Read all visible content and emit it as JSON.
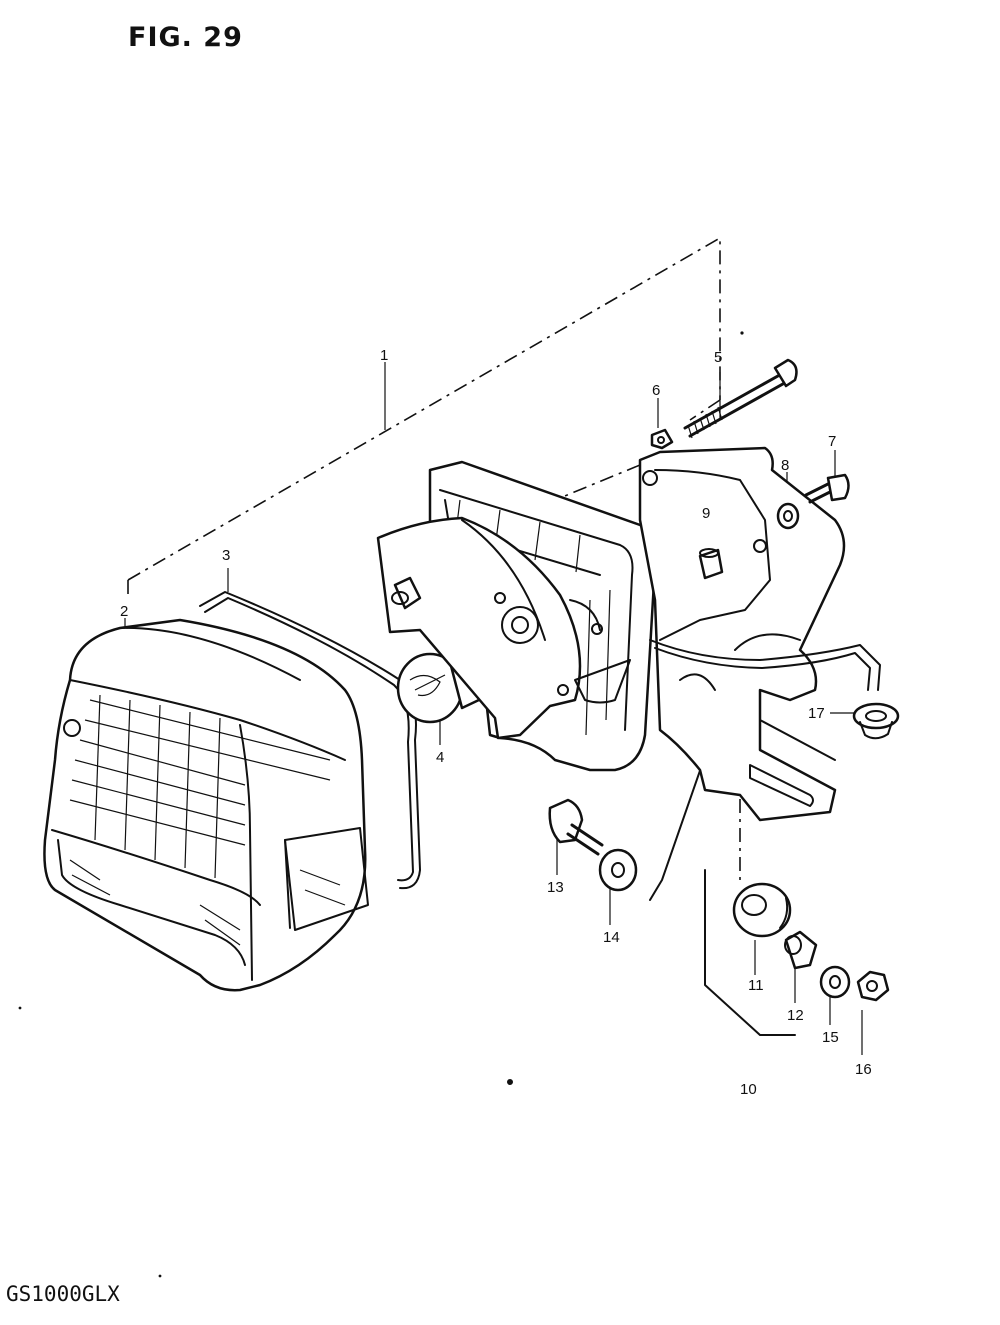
{
  "figure": {
    "title": "FIG. 29",
    "model": "GS1000GLX"
  },
  "callouts": [
    {
      "id": "c1",
      "label": "1"
    },
    {
      "id": "c2",
      "label": "2"
    },
    {
      "id": "c3",
      "label": "3"
    },
    {
      "id": "c4",
      "label": "4"
    },
    {
      "id": "c5",
      "label": "5"
    },
    {
      "id": "c6",
      "label": "6"
    },
    {
      "id": "c7",
      "label": "7"
    },
    {
      "id": "c8",
      "label": "8"
    },
    {
      "id": "c9",
      "label": "9"
    },
    {
      "id": "c10",
      "label": "10"
    },
    {
      "id": "c11",
      "label": "11"
    },
    {
      "id": "c12",
      "label": "12"
    },
    {
      "id": "c13",
      "label": "13"
    },
    {
      "id": "c14",
      "label": "14"
    },
    {
      "id": "c15",
      "label": "15"
    },
    {
      "id": "c16",
      "label": "16"
    },
    {
      "id": "c17",
      "label": "17"
    }
  ]
}
